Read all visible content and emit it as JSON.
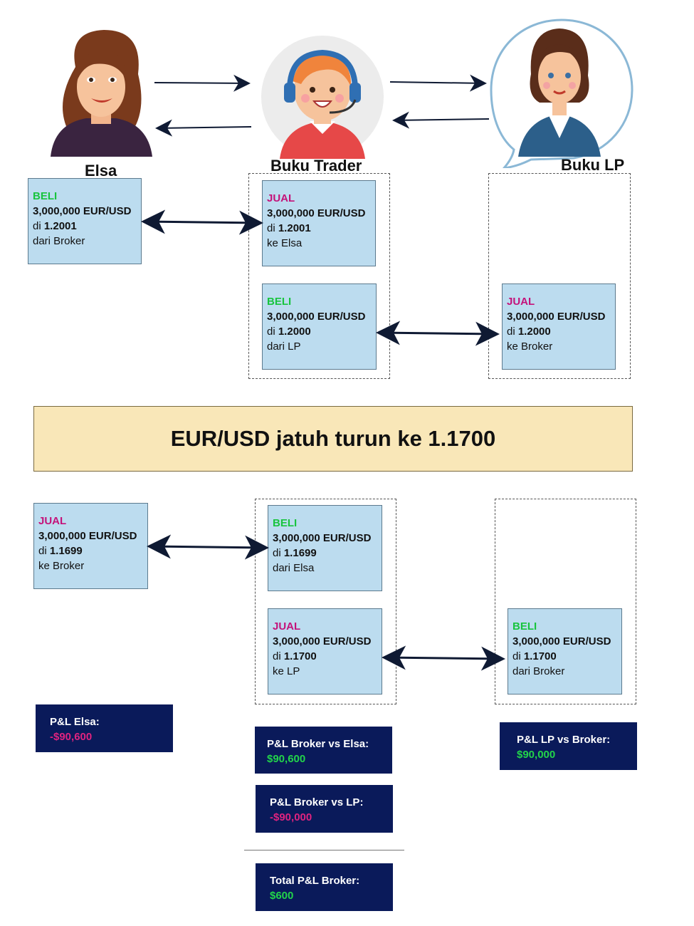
{
  "actors": {
    "elsa": "Elsa",
    "trader": "Buku Trader",
    "lp": "Buku LP"
  },
  "top": {
    "elsa_trade": {
      "side": "BELI",
      "amount": "3,000,000 EUR/USD",
      "price_prefix": "di ",
      "price": "1.2001",
      "party": "dari Broker"
    },
    "trader_sell": {
      "side": "JUAL",
      "amount": "3,000,000 EUR/USD",
      "price_prefix": "di ",
      "price": "1.2001",
      "party": "ke Elsa"
    },
    "trader_buy": {
      "side": "BELI",
      "amount": "3,000,000 EUR/USD",
      "price_prefix": "di ",
      "price": "1.2000",
      "party": "dari LP"
    },
    "lp_trade": {
      "side": "JUAL",
      "amount": "3,000,000 EUR/USD",
      "price_prefix": "di ",
      "price": "1.2000",
      "party": "ke Broker"
    }
  },
  "banner": "EUR/USD jatuh turun ke 1.1700",
  "bottom": {
    "elsa_trade": {
      "side": "JUAL",
      "amount": "3,000,000 EUR/USD",
      "price_prefix": "di ",
      "price": "1.1699",
      "party": "ke Broker"
    },
    "trader_buy": {
      "side": "BELI",
      "amount": "3,000,000 EUR/USD",
      "price_prefix": "di ",
      "price": "1.1699",
      "party": "dari Elsa"
    },
    "trader_sell": {
      "side": "JUAL",
      "amount": "3,000,000 EUR/USD",
      "price_prefix": "di ",
      "price": "1.1700",
      "party": "ke LP"
    },
    "lp_trade": {
      "side": "BELI",
      "amount": "3,000,000 EUR/USD",
      "price_prefix": "di ",
      "price": "1.1700",
      "party": "dari Broker"
    }
  },
  "pnl": {
    "elsa": {
      "label": "P&L Elsa:",
      "value": "-$90,600"
    },
    "broker_vs_elsa": {
      "label": "P&L Broker vs Elsa:",
      "value": "$90,600"
    },
    "broker_vs_lp": {
      "label": "P&L Broker vs LP:",
      "value": "-$90,000"
    },
    "lp_vs_broker": {
      "label": "P&L LP vs Broker:",
      "value": "$90,000"
    },
    "total": {
      "label": "Total P&L Broker:",
      "value": "$600"
    }
  },
  "colors": {
    "buy": "#18c43e",
    "sell": "#c4127a",
    "trade_box": "#bcdcef",
    "banner": "#f9e7b8",
    "pnl_box": "#0a1a5a",
    "arrow": "#0f1a33"
  },
  "icons": [
    "elsa-avatar-icon",
    "trader-headset-avatar-icon",
    "lp-avatar-speech-bubble-icon"
  ]
}
